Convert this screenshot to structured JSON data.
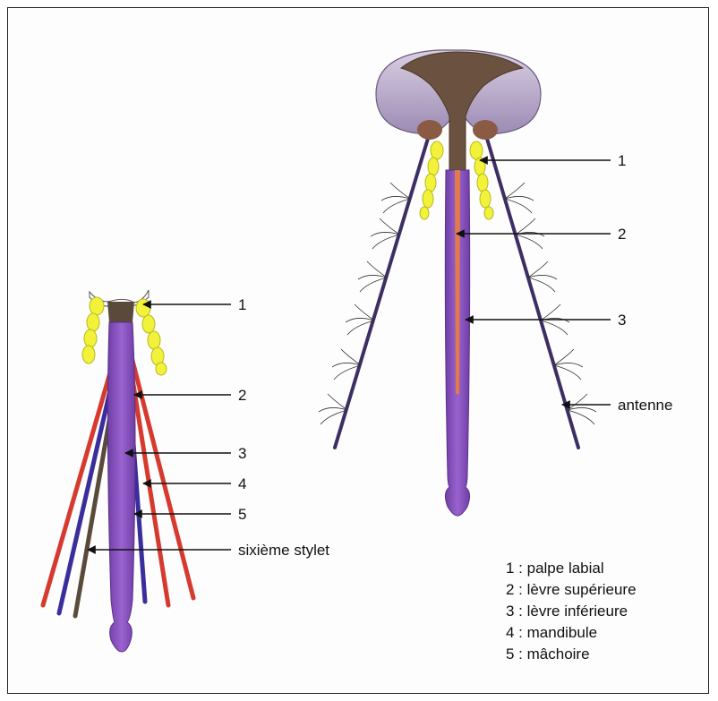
{
  "left_labels": [
    "1",
    "2",
    "3",
    "4",
    "5",
    "sixième stylet"
  ],
  "right_labels": [
    "1",
    "2",
    "3",
    "antenne"
  ],
  "legend": [
    "1 : palpe labial",
    "2 : lèvre supérieure",
    "3 : lèvre inférieure",
    "4 : mandibule",
    "5 : mâchoire"
  ],
  "colors": {
    "palp": "#f2f23a",
    "labium": "#8a4fbf",
    "labrum": "#e27a4a",
    "mandible": "#d63a2e",
    "maxilla": "#3a2e9c",
    "stylet": "#5a4a3a",
    "eye": "#b8a9c9",
    "head": "#6b5140",
    "antenna": "#3d2f63"
  }
}
